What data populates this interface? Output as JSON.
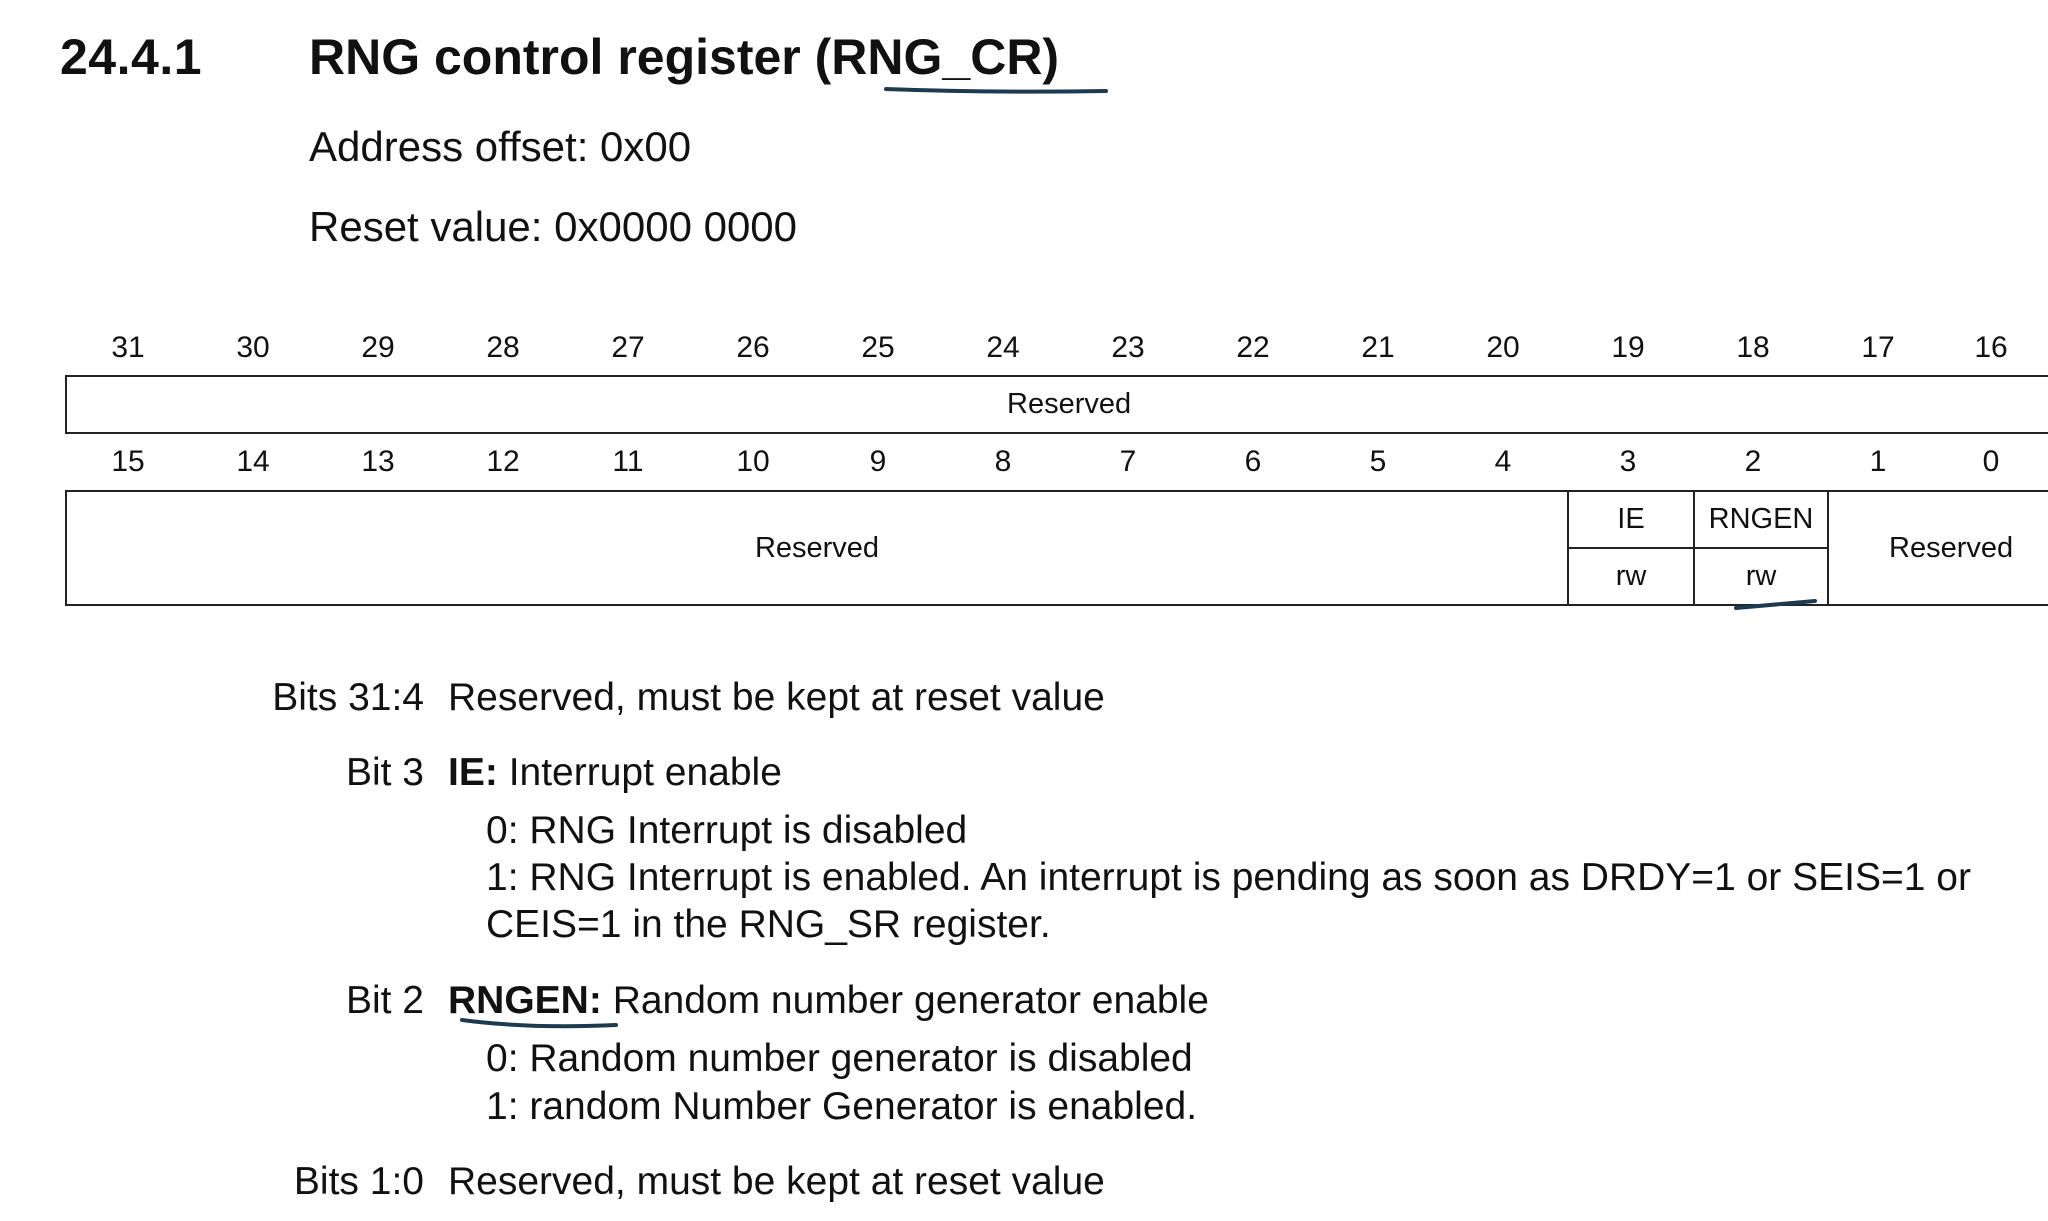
{
  "section": {
    "number": "24.4.1",
    "title": "RNG control register (RNG_CR)",
    "address_offset": "Address offset: 0x00",
    "reset_value": "Reset value: 0x0000 0000"
  },
  "register": {
    "high_bits": [
      "31",
      "30",
      "29",
      "28",
      "27",
      "26",
      "25",
      "24",
      "23",
      "22",
      "21",
      "20",
      "19",
      "18",
      "17",
      "16"
    ],
    "low_bits": [
      "15",
      "14",
      "13",
      "12",
      "11",
      "10",
      "9",
      "8",
      "7",
      "6",
      "5",
      "4",
      "3",
      "2",
      "1",
      "0"
    ],
    "high_field": "Reserved",
    "low_fields": [
      {
        "name": "Reserved",
        "access": ""
      },
      {
        "name": "IE",
        "access": "rw"
      },
      {
        "name": "RNGEN",
        "access": "rw"
      },
      {
        "name": "Reserved",
        "access": ""
      }
    ]
  },
  "descriptions": [
    {
      "label": "Bits 31:4",
      "text": "Reserved, must be kept at reset value"
    },
    {
      "label": "Bit 3",
      "name": "IE:",
      "text": "Interrupt enable",
      "lines": [
        "0: RNG Interrupt is disabled",
        "1: RNG Interrupt is enabled. An interrupt is pending as soon as DRDY=1 or SEIS=1 or",
        "CEIS=1 in the RNG_SR register."
      ]
    },
    {
      "label": "Bit 2",
      "name": "RNGEN:",
      "text": "Random number generator enable",
      "lines": [
        "0: Random number generator is disabled",
        "1: random Number Generator is enabled."
      ]
    },
    {
      "label": "Bits 1:0",
      "text": "Reserved, must be kept at reset value"
    }
  ],
  "colors": {
    "ink_annotation": "#1d3a4e"
  }
}
